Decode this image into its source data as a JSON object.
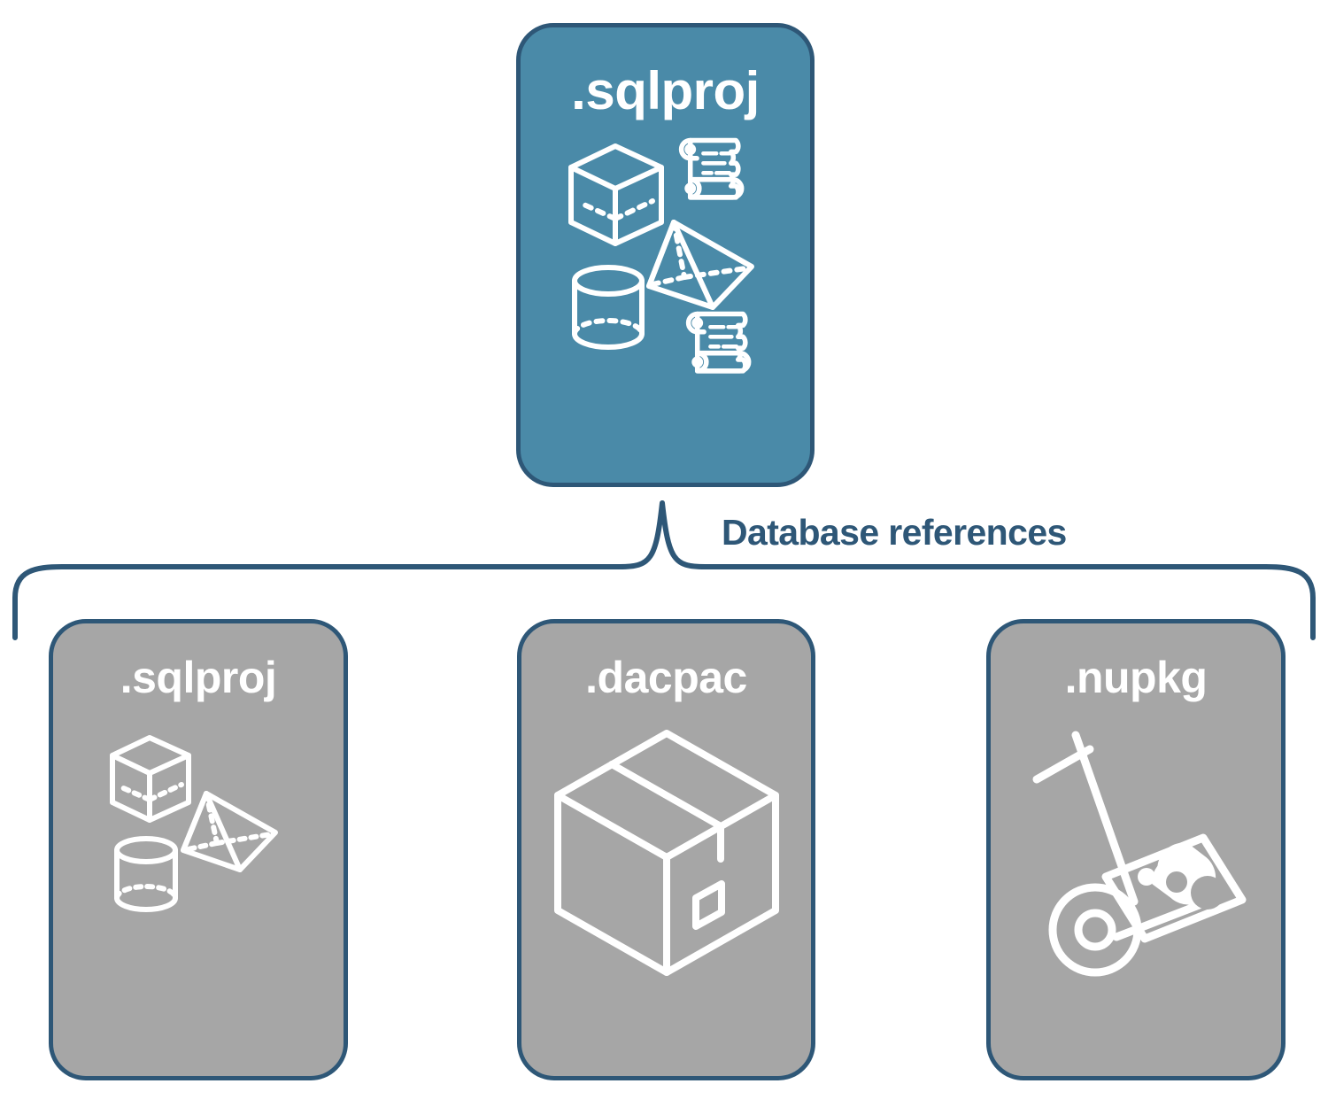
{
  "diagram": {
    "title": "Database references",
    "colors": {
      "root_fill": "#4a8aa8",
      "reference_fill": "#a6a6a6",
      "stroke": "#2e5777",
      "icon": "#ffffff",
      "background": "#ffffff"
    }
  },
  "root": {
    "label": ".sqlproj",
    "icons": [
      "cube-wireframe-icon",
      "pyramid-wireframe-icon",
      "cylinder-wireframe-icon",
      "scroll-script-icon",
      "scroll-script-icon"
    ]
  },
  "connector": {
    "label": "Database references"
  },
  "references": [
    {
      "id": "sqlproj",
      "label": ".sqlproj",
      "icons": [
        "cube-wireframe-icon",
        "pyramid-wireframe-icon",
        "cylinder-wireframe-icon"
      ]
    },
    {
      "id": "dacpac",
      "label": ".dacpac",
      "icons": [
        "package-box-icon"
      ]
    },
    {
      "id": "nupkg",
      "label": ".nupkg",
      "icons": [
        "hand-truck-package-icon"
      ]
    }
  ]
}
